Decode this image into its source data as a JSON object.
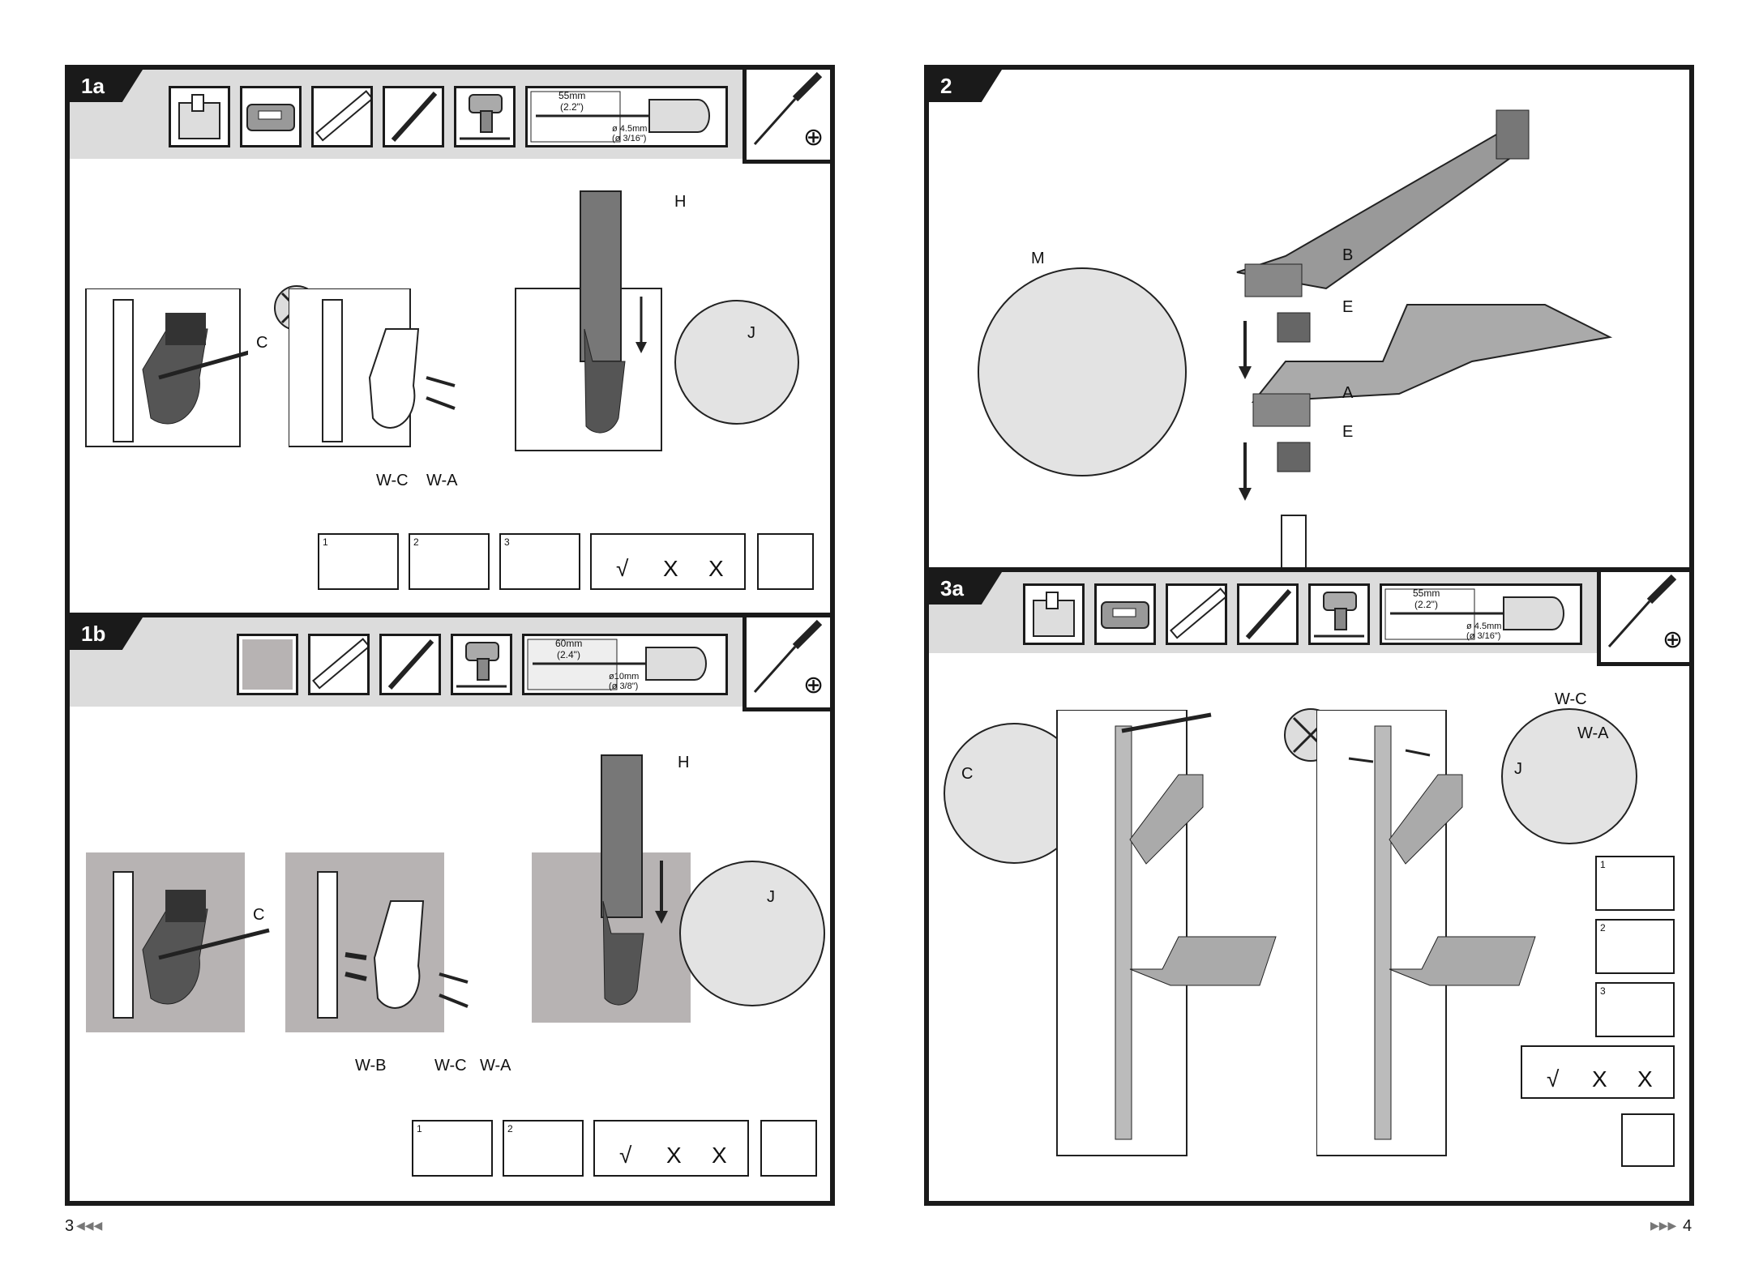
{
  "steps": {
    "s1a": "1a",
    "s1b": "1b",
    "s2": "2",
    "s3a": "3a"
  },
  "dims": {
    "wood_depth": "55mm",
    "wood_depth_in": "(2.2\")",
    "wood_bit": "ø 4.5mm",
    "wood_bit_in": "(ø 3/16\")",
    "concrete_depth": "60mm",
    "concrete_depth_in": "(2.4\")",
    "concrete_bit": "ø10mm",
    "concrete_bit_in": "(ø 3/8\")",
    "wood_depth_3a": "55mm",
    "wood_depth_in_3a": "(2.2\")",
    "wood_bit_3a": "ø 4.5mm",
    "wood_bit_in_3a": "(ø 3/16\")"
  },
  "parts": {
    "C": "C",
    "H": "H",
    "J": "J",
    "WC": "W-C",
    "WA": "W-A",
    "WB": "W-B",
    "M": "M",
    "B": "B",
    "E": "E",
    "A": "A"
  },
  "level": {
    "ok": "√",
    "bad": "X"
  },
  "substeps": {
    "one": "1",
    "two": "2",
    "three": "3"
  },
  "plus": "⊕",
  "pages": {
    "left": "3",
    "right": "4"
  },
  "icons": [
    "stud-finder-icon",
    "level-icon",
    "pencil-icon",
    "drill-icon",
    "drill-depth-icon",
    "screwdriver-icon"
  ],
  "colors": {
    "ink": "#1a1a1a",
    "band": "#dcdcdc",
    "wall": "#b7b3b3"
  }
}
